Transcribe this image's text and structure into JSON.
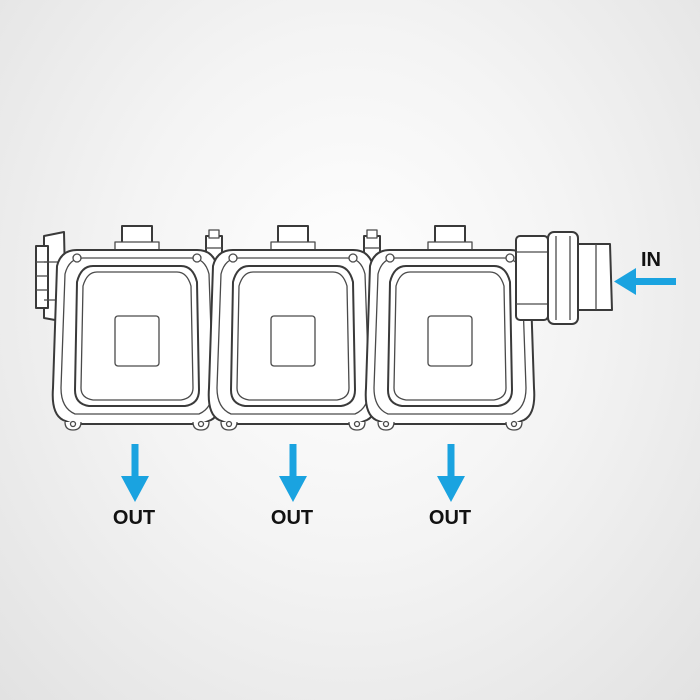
{
  "labels": {
    "inlet": "IN",
    "outlet_1": "OUT",
    "outlet_2": "OUT",
    "outlet_3": "OUT"
  },
  "colors": {
    "arrow": "#1aa3e0",
    "line": "#3a3a3a",
    "label": "#111111"
  },
  "units": [
    {
      "name": "unit-1"
    },
    {
      "name": "unit-2"
    },
    {
      "name": "unit-3"
    }
  ]
}
